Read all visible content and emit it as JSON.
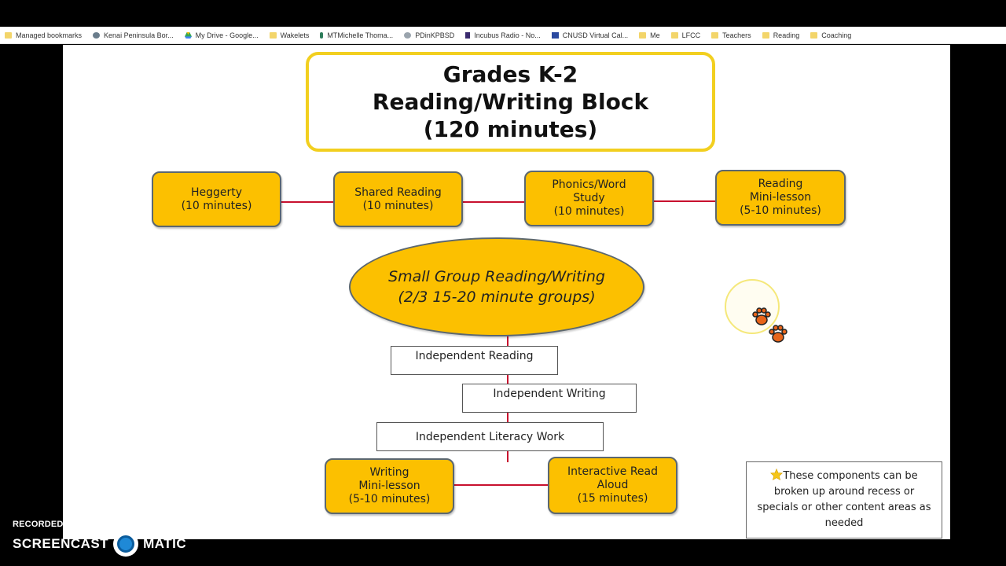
{
  "bookmarks": [
    {
      "label": "Managed bookmarks",
      "icon": "folder-icon"
    },
    {
      "label": "Kenai Peninsula Bor...",
      "icon": "site-icon"
    },
    {
      "label": "My Drive - Google...",
      "icon": "drive-icon"
    },
    {
      "label": "Wakelets",
      "icon": "folder-icon"
    },
    {
      "label": "MTMichelle Thoma...",
      "icon": "site-icon"
    },
    {
      "label": "PDinKPBSD",
      "icon": "site-icon"
    },
    {
      "label": "Incubus Radio - No...",
      "icon": "pandora-icon"
    },
    {
      "label": "CNUSD Virtual Cal...",
      "icon": "calendar-icon"
    },
    {
      "label": "Me",
      "icon": "folder-icon"
    },
    {
      "label": "LFCC",
      "icon": "folder-icon"
    },
    {
      "label": "Teachers",
      "icon": "folder-icon"
    },
    {
      "label": "Reading",
      "icon": "folder-icon"
    },
    {
      "label": "Coaching",
      "icon": "folder-icon"
    }
  ],
  "slide": {
    "title": {
      "line1": "Grades K-2",
      "line2": "Reading/Writing Block",
      "line3": "(120 minutes)"
    },
    "top_row": [
      "Heggerty\n(10 minutes)",
      "Shared Reading\n(10 minutes)",
      "Phonics/Word\nStudy\n(10 minutes)",
      "Reading\nMini-lesson\n(5-10 minutes)"
    ],
    "small_group": {
      "line1": "Small Group Reading/Writing",
      "line2": "(2/3 15-20 minute groups)"
    },
    "independent": {
      "reading": "Independent Reading",
      "writing": "Independent Writing",
      "literacy": "Independent Literacy Work"
    },
    "bottom_row": [
      "Writing\nMini-lesson\n(5-10 minutes)",
      "Interactive  Read\nAloud\n(15 minutes)"
    ],
    "note": {
      "icon": "star-icon",
      "text": "These components can be broken up around recess or specials or other content areas as needed"
    }
  },
  "recorder": {
    "label": "RECORDED WITH",
    "brand_left": "SCREENCAST",
    "brand_right": "MATIC"
  },
  "colors": {
    "box_fill": "#fcc000",
    "box_border": "#5b6770",
    "title_border": "#f2cf1f",
    "connector": "#c8102e",
    "paw": "#e8651a"
  }
}
